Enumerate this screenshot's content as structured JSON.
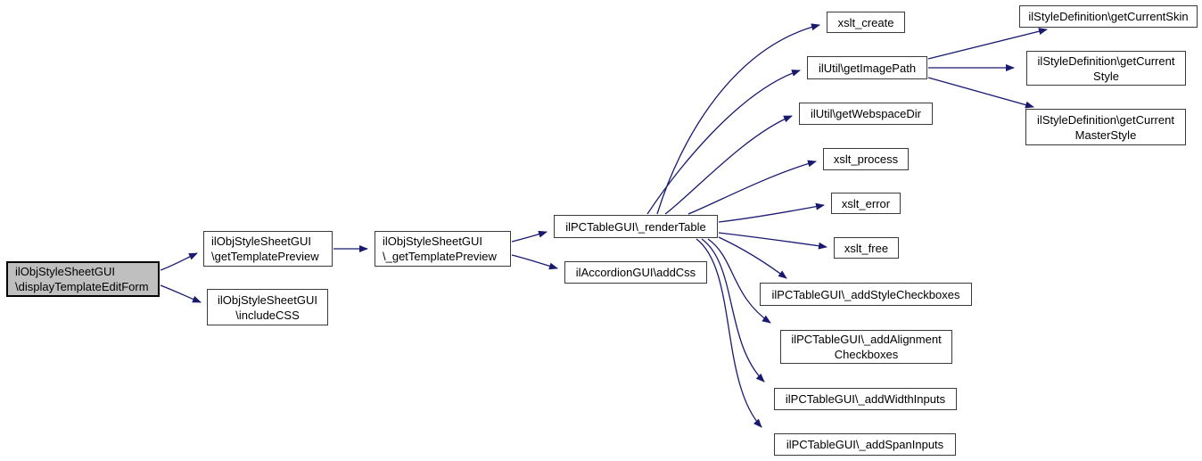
{
  "diagram": {
    "type": "call-graph",
    "colors": {
      "background": "#ffffff",
      "edge": "#191970",
      "node_border": "#3a3a3a",
      "node_fill": "#ffffff",
      "selected_node_fill": "#bfbfbf",
      "text": "#000000"
    },
    "nodes": [
      {
        "id": "displayTemplateEditForm",
        "selected": true,
        "lines": [
          "ilObjStyleSheetGUI",
          "\\displayTemplateEditForm"
        ]
      },
      {
        "id": "getTemplatePreview",
        "selected": false,
        "lines": [
          "ilObjStyleSheetGUI",
          "\\getTemplatePreview"
        ]
      },
      {
        "id": "includeCSS",
        "selected": false,
        "lines": [
          "ilObjStyleSheetGUI",
          "\\includeCSS"
        ]
      },
      {
        "id": "_getTemplatePreview",
        "selected": false,
        "lines": [
          "ilObjStyleSheetGUI",
          "\\_getTemplatePreview"
        ]
      },
      {
        "id": "_renderTable",
        "selected": false,
        "lines": [
          "ilPCTableGUI\\_renderTable"
        ]
      },
      {
        "id": "addCss",
        "selected": false,
        "lines": [
          "ilAccordionGUI\\addCss"
        ]
      },
      {
        "id": "xslt_create",
        "selected": false,
        "lines": [
          "xslt_create"
        ]
      },
      {
        "id": "getImagePath",
        "selected": false,
        "lines": [
          "ilUtil\\getImagePath"
        ]
      },
      {
        "id": "getWebspaceDir",
        "selected": false,
        "lines": [
          "ilUtil\\getWebspaceDir"
        ]
      },
      {
        "id": "xslt_process",
        "selected": false,
        "lines": [
          "xslt_process"
        ]
      },
      {
        "id": "xslt_error",
        "selected": false,
        "lines": [
          "xslt_error"
        ]
      },
      {
        "id": "xslt_free",
        "selected": false,
        "lines": [
          "xslt_free"
        ]
      },
      {
        "id": "_addStyleCheckboxes",
        "selected": false,
        "lines": [
          "ilPCTableGUI\\_addStyleCheckboxes"
        ]
      },
      {
        "id": "_addAlignmentCheckboxes",
        "selected": false,
        "lines": [
          "ilPCTableGUI\\_addAlignment",
          "Checkboxes"
        ]
      },
      {
        "id": "_addWidthInputs",
        "selected": false,
        "lines": [
          "ilPCTableGUI\\_addWidthInputs"
        ]
      },
      {
        "id": "_addSpanInputs",
        "selected": false,
        "lines": [
          "ilPCTableGUI\\_addSpanInputs"
        ]
      },
      {
        "id": "getCurrentSkin",
        "selected": false,
        "lines": [
          "ilStyleDefinition\\getCurrentSkin"
        ]
      },
      {
        "id": "getCurrentStyle",
        "selected": false,
        "lines": [
          "ilStyleDefinition\\getCurrent",
          "Style"
        ]
      },
      {
        "id": "getCurrentMasterStyle",
        "selected": false,
        "lines": [
          "ilStyleDefinition\\getCurrent",
          "MasterStyle"
        ]
      }
    ],
    "edges": [
      "displayTemplateEditForm->getTemplatePreview",
      "displayTemplateEditForm->includeCSS",
      "getTemplatePreview->_getTemplatePreview",
      "_getTemplatePreview->_renderTable",
      "_getTemplatePreview->addCss",
      "_renderTable->xslt_create",
      "_renderTable->getImagePath",
      "_renderTable->getWebspaceDir",
      "_renderTable->xslt_process",
      "_renderTable->xslt_error",
      "_renderTable->xslt_free",
      "_renderTable->_addStyleCheckboxes",
      "_renderTable->_addAlignmentCheckboxes",
      "_renderTable->_addWidthInputs",
      "_renderTable->_addSpanInputs",
      "getImagePath->getCurrentSkin",
      "getImagePath->getCurrentStyle",
      "getImagePath->getCurrentMasterStyle"
    ]
  }
}
